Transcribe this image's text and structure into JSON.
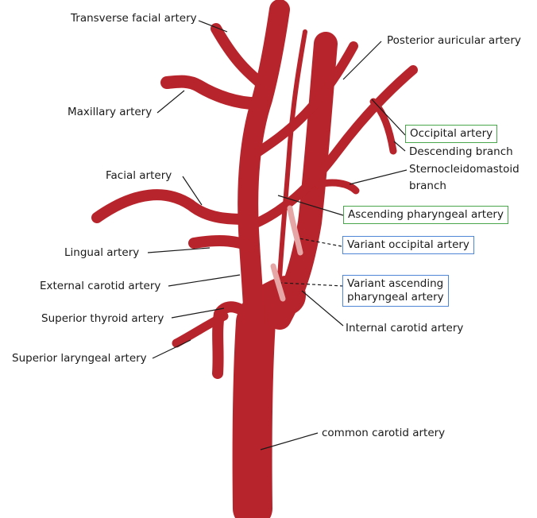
{
  "colors": {
    "artery": "#b8242b",
    "artery_dark": "#8c1b1f",
    "variant": "#e6a6a6",
    "variant_outline": "#c05656",
    "canonical_box": "#4aa64a",
    "variant_box": "#4f86d6",
    "leader": "#1a1a1a"
  },
  "labels": {
    "transverse_facial": "Transverse facial artery",
    "posterior_auricular": "Posterior auricular artery",
    "maxillary": "Maxillary artery",
    "occipital": "Occipital artery",
    "descending_branch": "Descending branch",
    "sternocleidomastoid_line1": "Sternocleidomastoid",
    "sternocleidomastoid_line2": "branch",
    "facial": "Facial artery",
    "ascending_pharyngeal": "Ascending pharyngeal artery",
    "lingual": "Lingual artery",
    "variant_occipital": "Variant occipital artery",
    "external_carotid": "External carotid artery",
    "variant_ascending_line1": "Variant ascending",
    "variant_ascending_line2": "pharyngeal artery",
    "superior_thyroid": "Superior thyroid artery",
    "internal_carotid": "Internal carotid artery",
    "superior_laryngeal": "Superior laryngeal artery",
    "common_carotid": "common carotid artery"
  }
}
